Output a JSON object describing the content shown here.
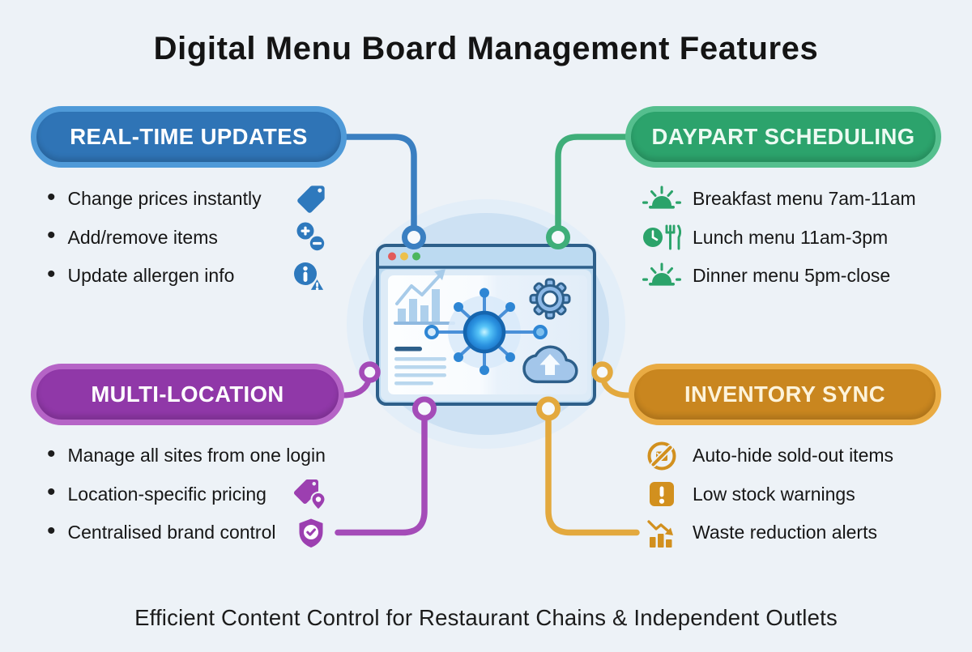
{
  "title": "Digital Menu Board Management Features",
  "footer": "Efficient Content Control for Restaurant Chains & Independent Outlets",
  "colors": {
    "background": "#edf2f7",
    "realtime_blue": "#2f74b6",
    "daypart_green": "#2ca36c",
    "multilocation_purple": "#9038a8",
    "inventory_orange": "#c9861f",
    "connector_blue": "#3a7fc1",
    "connector_green": "#3fae79",
    "connector_purple": "#a44cb8",
    "connector_orange": "#e3a93e",
    "browser_outline": "#2d5f8a"
  },
  "sections": {
    "realtime": {
      "label": "REAL-TIME UPDATES",
      "items": [
        {
          "text": "Change prices instantly",
          "icon": "price-tag-icon"
        },
        {
          "text": "Add/remove items",
          "icon": "add-remove-icon"
        },
        {
          "text": "Update allergen info",
          "icon": "allergen-alert-icon"
        }
      ]
    },
    "daypart": {
      "label": "DAYPART SCHEDULING",
      "items": [
        {
          "text": "Breakfast menu 7am-11am",
          "icon": "sunrise-icon"
        },
        {
          "text": "Lunch menu 11am-3pm",
          "icon": "lunch-clock-icon"
        },
        {
          "text": "Dinner menu 5pm-close",
          "icon": "sunset-icon"
        }
      ]
    },
    "multilocation": {
      "label": "MULTI-LOCATION",
      "items": [
        {
          "text": "Manage all sites from one login",
          "icon": ""
        },
        {
          "text": "Location-specific pricing",
          "icon": "tag-location-icon"
        },
        {
          "text": "Centralised brand control",
          "icon": "shield-check-icon"
        }
      ]
    },
    "inventory": {
      "label": "INVENTORY SYNC",
      "items": [
        {
          "text": "Auto-hide sold-out items",
          "icon": "sold-out-icon"
        },
        {
          "text": "Low stock warnings",
          "icon": "low-stock-warning-icon"
        },
        {
          "text": "Waste reduction alerts",
          "icon": "waste-reduction-icon"
        }
      ]
    }
  },
  "center_illustration": {
    "icons": [
      "bar-chart-icon",
      "gear-icon",
      "network-hub-icon",
      "cloud-upload-icon",
      "text-lines"
    ]
  }
}
